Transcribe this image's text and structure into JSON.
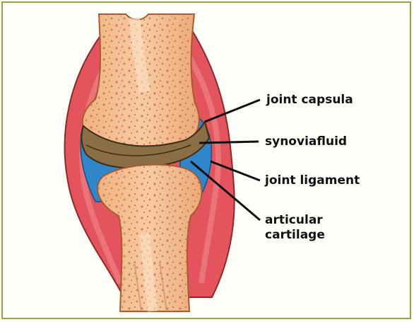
{
  "labels": {
    "joint_capsula": "joint capsula",
    "synovial_fluid": "synoviafluid",
    "joint_ligament": "joint ligament",
    "articular_cartilage_line1": "articular",
    "articular_cartilage_line2": "cartilage"
  },
  "colors": {
    "frame_border": "#9aa23a",
    "bone": "#f0b88a",
    "bone_spots": "#d97a45",
    "capsule": "#e0404a",
    "fluid": "#2f86c8",
    "cartilage": "#8a6e45",
    "pointer": "#111111"
  }
}
